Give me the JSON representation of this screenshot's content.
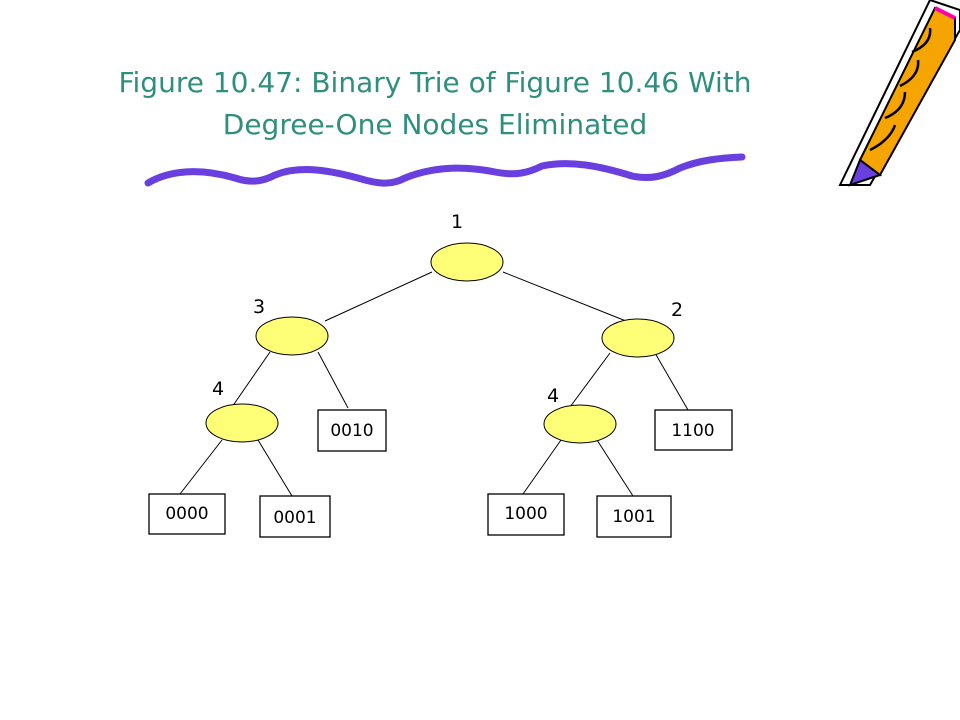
{
  "slide": {
    "title_line1": "Figure 10.47: Binary Trie of Figure 10.46 With",
    "title_line2": "Degree-One Nodes Eliminated"
  },
  "tree": {
    "root": {
      "label": "1"
    },
    "left_branch": {
      "node_label": "3",
      "child_node_label": "4",
      "leaf_right": "0010",
      "leaf_left_left": "0000",
      "leaf_left_right": "0001"
    },
    "right_branch": {
      "node_label": "2",
      "child_node_label": "4",
      "leaf_right": "1100",
      "leaf_left_left": "1000",
      "leaf_left_right": "1001"
    }
  },
  "decorations": {
    "accent_color": "#2f8f7f",
    "node_fill": "#ffff77",
    "wave_color": "#6a3fe0",
    "pencil_icon": "pencil-icon"
  }
}
